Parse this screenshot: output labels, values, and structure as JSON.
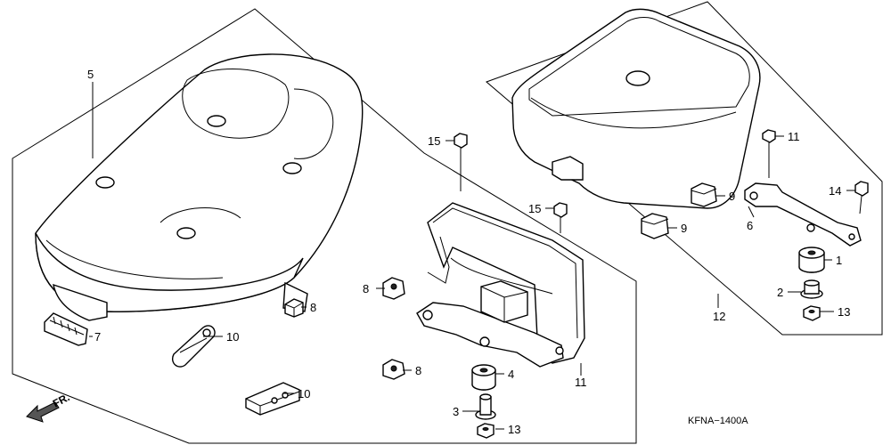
{
  "diagram_code": "KFNA−1400A",
  "front_label": "FR.",
  "callouts": [
    "5",
    "7",
    "10",
    "8",
    "10",
    "15",
    "8",
    "8",
    "15",
    "4",
    "3",
    "13",
    "11",
    "9",
    "9",
    "11",
    "6",
    "14",
    "1",
    "2",
    "13",
    "12"
  ]
}
